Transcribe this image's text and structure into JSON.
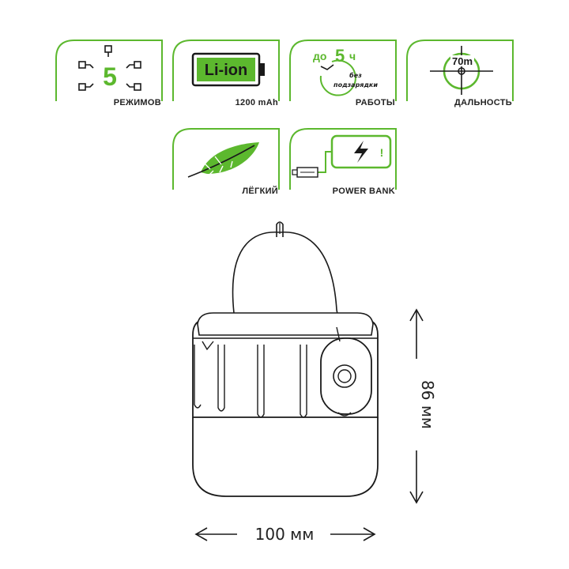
{
  "features": [
    {
      "label": "РЕЖИМОВ",
      "icon": "modes-icon",
      "value": "5"
    },
    {
      "label": "1200 mAh",
      "icon": "battery-icon",
      "value": "Li-ion"
    },
    {
      "label": "РАБОТЫ",
      "icon": "clock-icon",
      "prefix": "до",
      "value": "5",
      "unit": "ч",
      "note_line1": "без",
      "note_line2": "подзарядки"
    },
    {
      "label": "ДАЛЬНОСТЬ",
      "icon": "crosshair-icon",
      "value": "70m"
    },
    {
      "label": "ЛЁГКИЙ",
      "icon": "feather-icon"
    },
    {
      "label": "POWER BANK",
      "icon": "power-bank-icon",
      "symbol": "!"
    }
  ],
  "dimensions": {
    "width_label": "100 мм",
    "height_label": "86 мм"
  },
  "colors": {
    "accent": "#5cb82e",
    "accent_dark": "#3f8f1c",
    "outline": "#1a1a1a"
  }
}
